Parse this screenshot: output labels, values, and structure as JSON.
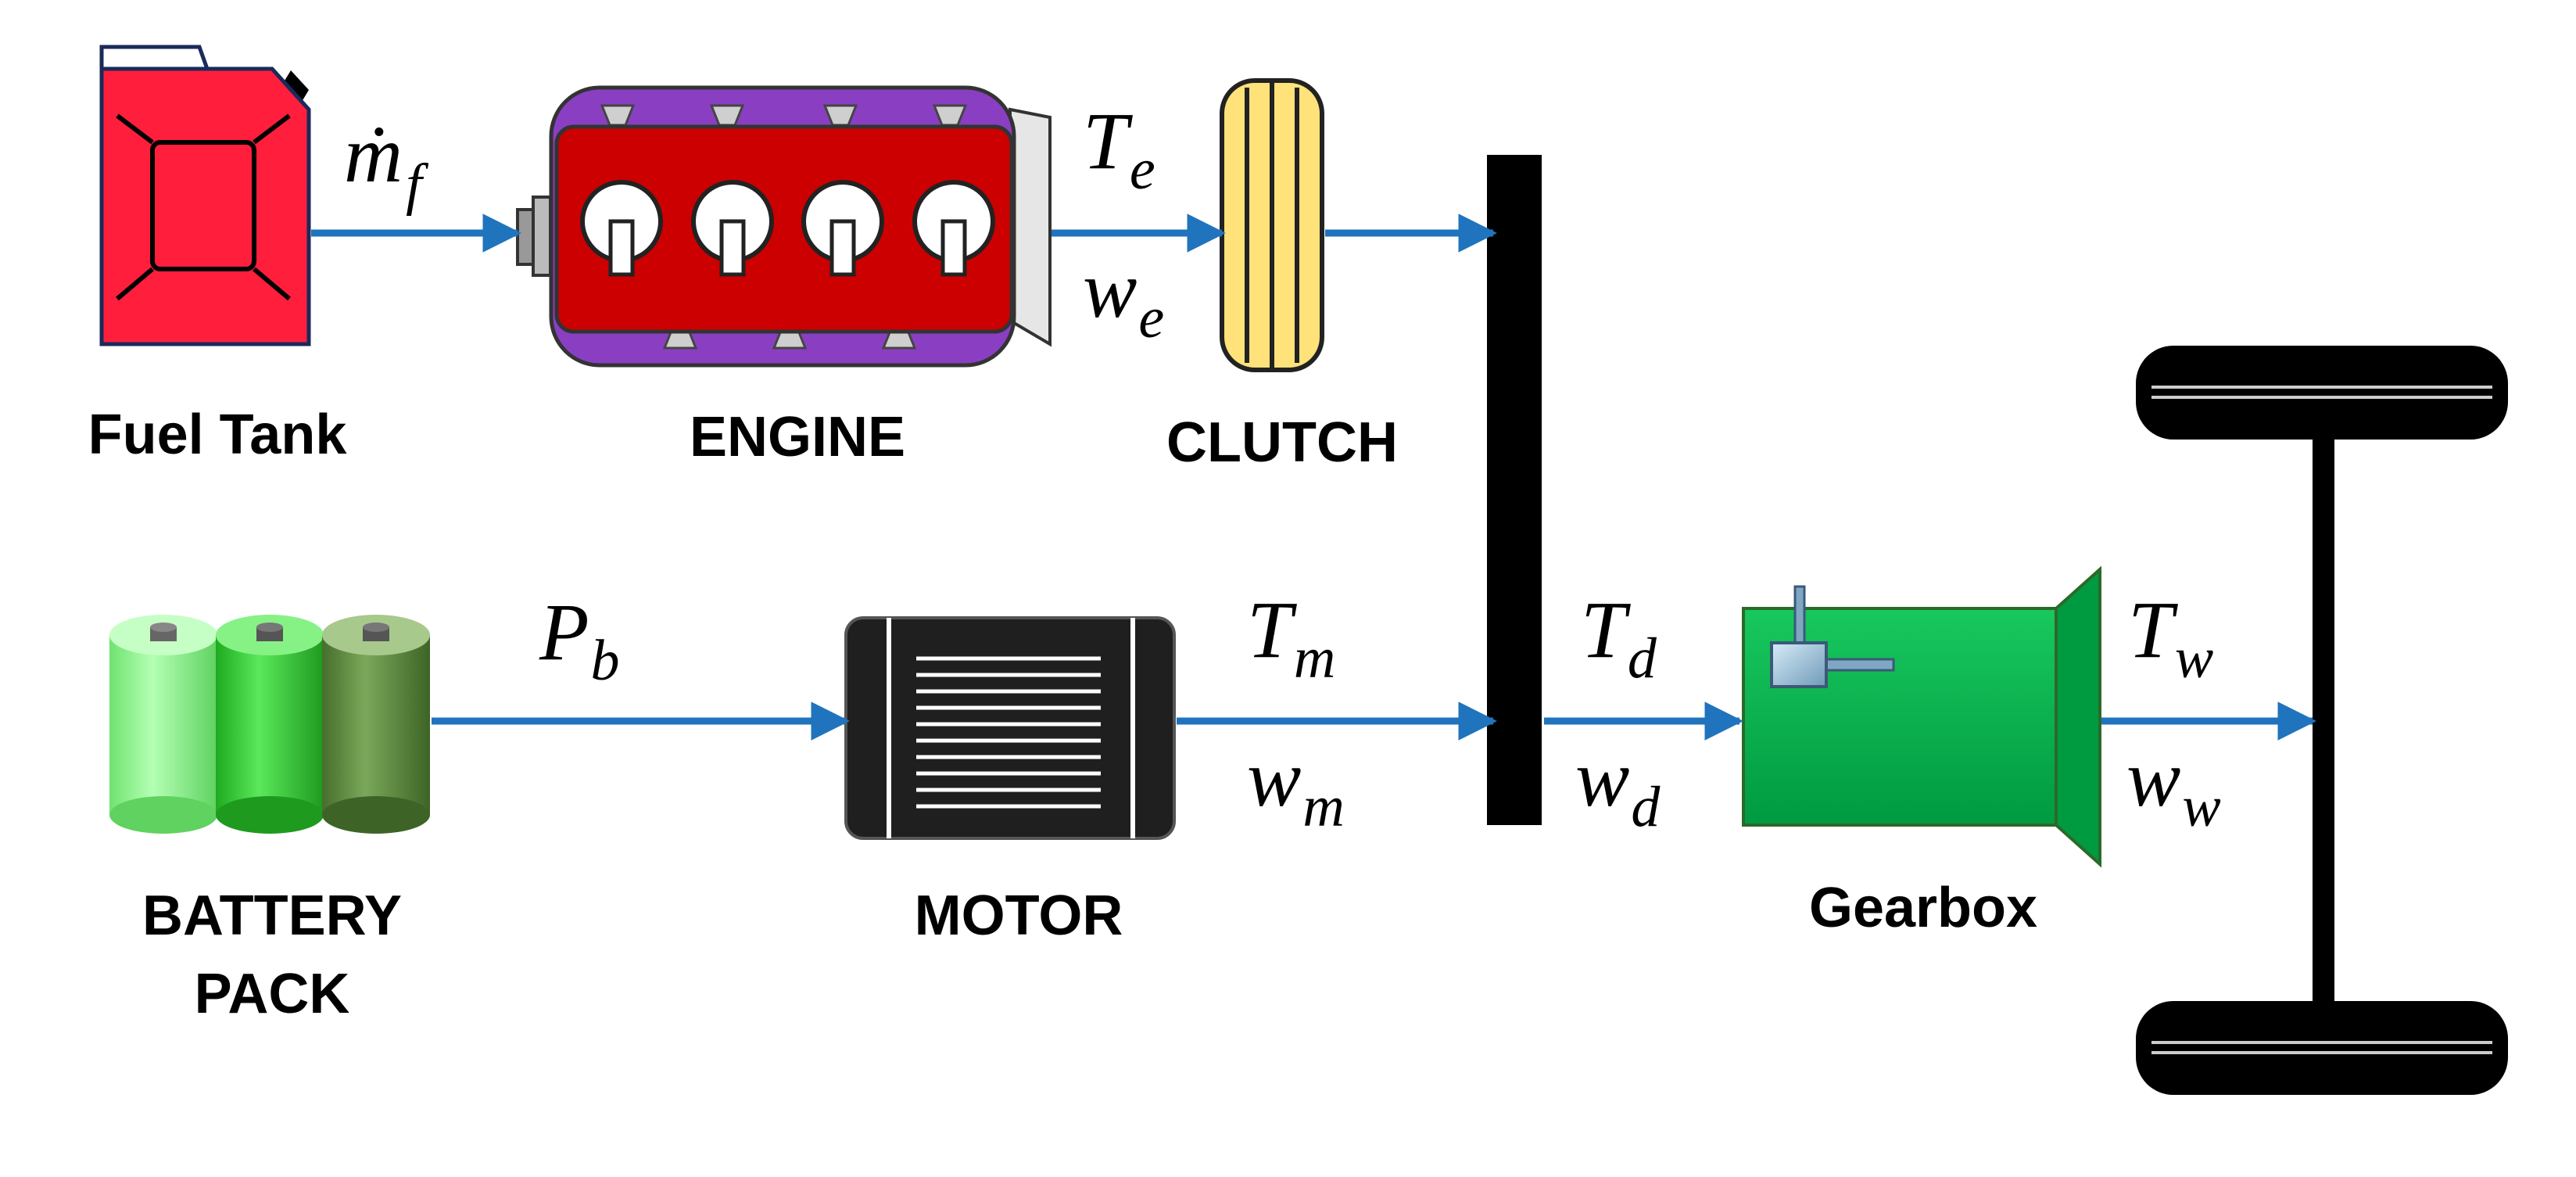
{
  "colors": {
    "arrow": "#1f74bd",
    "fuel_tank": "#ff1e3c",
    "engine_body": "#cc0000",
    "engine_cover": "#8a3fc2",
    "clutch": "#ffe27a",
    "gearbox": "#00b050",
    "motor": "#1f1f1f",
    "battery_light": "#8cf58c",
    "battery_mid": "#33cc33",
    "battery_dark": "#5a8a3a",
    "shaft": "#000000"
  },
  "components": {
    "fuel_tank": "Fuel Tank",
    "engine": "ENGINE",
    "clutch": "CLUTCH",
    "battery_line1": "BATTERY",
    "battery_line2": "PACK",
    "motor": "MOTOR",
    "gearbox": "Gearbox"
  },
  "signals": {
    "fuel_rate": {
      "main": "ṁ",
      "sub": "f"
    },
    "engine_torque": {
      "main": "T",
      "sub": "e"
    },
    "engine_speed": {
      "main": "w",
      "sub": "e"
    },
    "battery_power": {
      "main": "P",
      "sub": "b"
    },
    "motor_torque": {
      "main": "T",
      "sub": "m"
    },
    "motor_speed": {
      "main": "w",
      "sub": "m"
    },
    "drive_torque": {
      "main": "T",
      "sub": "d"
    },
    "drive_speed": {
      "main": "w",
      "sub": "d"
    },
    "wheel_torque": {
      "main": "T",
      "sub": "w"
    },
    "wheel_speed": {
      "main": "w",
      "sub": "w"
    }
  }
}
